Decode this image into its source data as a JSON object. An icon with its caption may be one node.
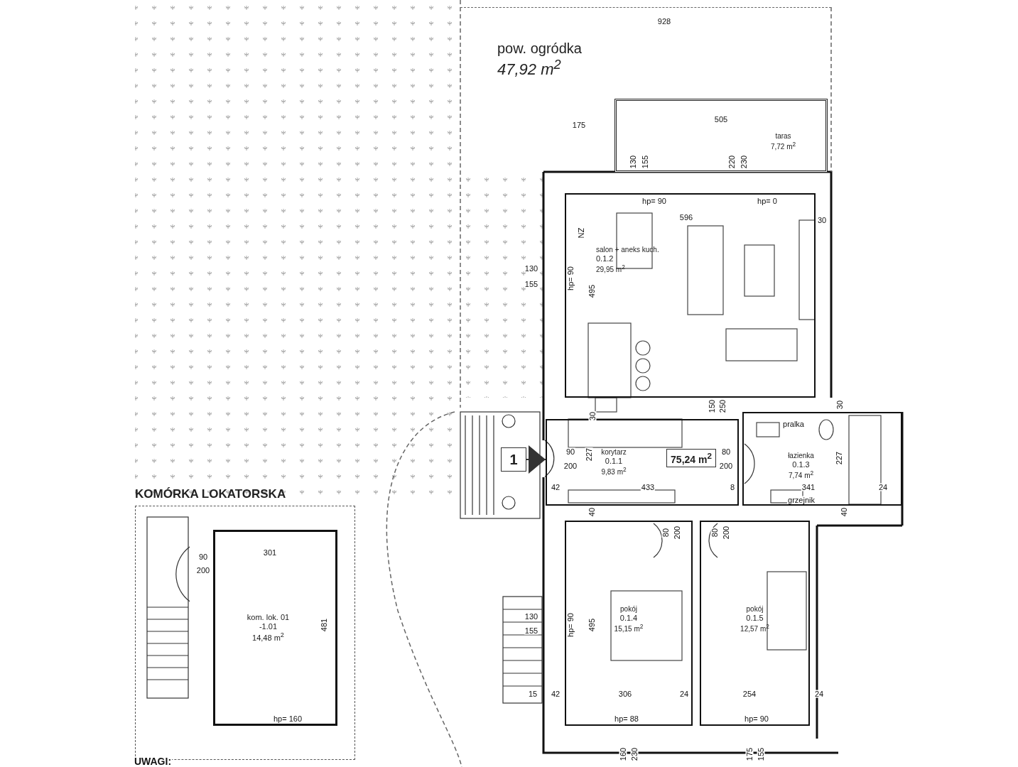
{
  "diagram": {
    "nodes": [
      {
        "text": [
          "pow. ogródka",
          "47,92 m$^{2}$"
        ]
      },
      {
        "text": [
          "taras",
          "7,72 m$^{2}$"
        ],
        "in": 0
      },
      {
        "text": [
          "salon + aneks kuch.",
          "0.1.2",
          "29,95 m$^{2}$"
        ]
      },
      {
        "text": [
          "korytarz",
          "0.1.1",
          "9,83 m$^{2}$"
        ]
      },
      {
        "text": [
          "75,24 m$^{2}$"
        ],
        "in": 3
      },
      {
        "text": [
          "1"
        ]
      },
      {
        "text": [
          "łazienka",
          "0.1.3",
          "7,74 m$^{2}$"
        ]
      },
      {
        "text": [
          "pokój",
          "0.1.4",
          "15,15 m$^{2}$"
        ]
      },
      {
        "text": [
          "pokój",
          "0.1.5",
          "12,57 m$^{2}$"
        ]
      },
      {
        "text": [
          "KOMÓRKA LOKATORSKA"
        ]
      },
      {
        "text": [
          "kom. lok. 01",
          "-1.01",
          "14,48 m$^{2}$"
        ],
        "in": 9
      }
    ],
    "edges": [
      {
        "from": 5,
        "to": 3,
        "arrow": "to"
      }
    ],
    "labels": [
      "928",
      "175",
      "505",
      "130",
      "155",
      "220",
      "230",
      "hp= 90",
      "hp= 0",
      "ZN",
      "596",
      "30",
      "130",
      "155",
      "hp= 90",
      "495",
      "150",
      "250",
      "30",
      "90",
      "200",
      "227",
      "42",
      "433",
      "80",
      "200",
      "pralka",
      "30",
      "227",
      "8",
      "341",
      "24",
      "grzejnik",
      "40",
      "80",
      "200",
      "80",
      "200",
      "40",
      "130",
      "155",
      "hp= 90",
      "495",
      "15",
      "42",
      "306",
      "24",
      "254",
      "24",
      "hp= 88",
      "hp= 90",
      "160",
      "230",
      "175",
      "155",
      "90",
      "200",
      "301",
      "481",
      "hp= 160",
      "UWAGI:"
    ]
  }
}
